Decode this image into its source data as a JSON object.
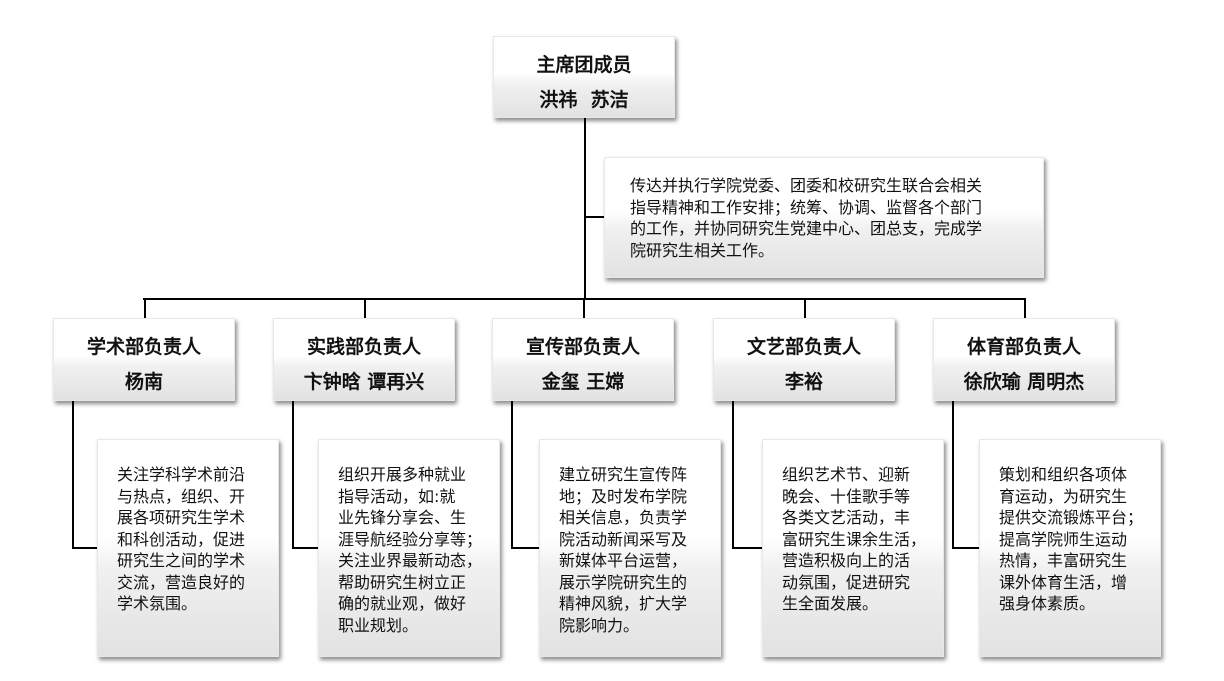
{
  "top": {
    "title": "主席团成员",
    "names": "洪祎  苏洁",
    "description": [
      "传达并执行学院党委、团委和校研究生联合会相关",
      "指导精神和工作安排；统筹、协调、监督各个部门",
      "的工作，并协同研究生党建中心、团总支，完成学",
      "院研究生相关工作。"
    ]
  },
  "departments": [
    {
      "title": "学术部负责人",
      "names": "杨南",
      "description": [
        "关注学科学术前沿",
        "与热点，组织、开",
        "展各项研究生学术",
        "和科创活动，促进",
        "研究生之间的学术",
        "交流，营造良好的",
        "学术氛围。"
      ]
    },
    {
      "title": "实践部负责人",
      "names": "卞钟晗 谭再兴",
      "description": [
        "组织开展多种就业",
        "指导活动，如:就",
        "业先锋分享会、生",
        "涯导航经验分享等；",
        "关注业界最新动态，",
        "帮助研究生树立正",
        "确的就业观，做好",
        "职业规划。"
      ]
    },
    {
      "title": "宣传部负责人",
      "names": "金玺 王嫦",
      "description": [
        "建立研究生宣传阵",
        "地；及时发布学院",
        "相关信息，负责学",
        "院活动新闻采写及",
        "新媒体平台运营，",
        "展示学院研究生的",
        "精神风貌，扩大学",
        "院影响力。"
      ]
    },
    {
      "title": "文艺部负责人",
      "names": "李裕",
      "description": [
        "组织艺术节、迎新",
        "晚会、十佳歌手等",
        "各类文艺活动，丰",
        "富研究生课余生活，",
        "营造积极向上的活",
        "动氛围，促进研究",
        "生全面发展。"
      ]
    },
    {
      "title": "体育部负责人",
      "names": "徐欣瑜 周明杰",
      "description": [
        "策划和组织各项体",
        "育运动，为研究生",
        "提供交流锻炼平台；",
        "提高学院师生运动",
        "热情，丰富研究生",
        "课外体育生活，增",
        "强身体素质。"
      ]
    }
  ]
}
